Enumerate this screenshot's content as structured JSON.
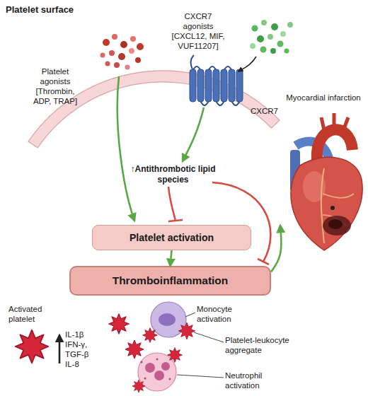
{
  "diagram": {
    "nodes": [
      {
        "text": [
          "Platelet activation"
        ]
      },
      {
        "text": [
          "Thromboinflammation"
        ]
      },
      {
        "text": [
          "Myocardial infarction"
        ]
      }
    ],
    "edges": [
      {
        "from": 0,
        "to": 1,
        "arrow": "to"
      },
      {
        "from": 1,
        "to": 2,
        "arrow": "to"
      }
    ],
    "labels": [
      "Platelet surface",
      "CXCR7 agonists [CXCL12, MIF, VUF11207]",
      "Platelet agonists [Thrombin, ADP, TRAP]",
      "CXCR7",
      "↑Antithrombotic lipid species",
      "Activated platelet",
      "IL-1β IFN-γ, TGF-β IL-8",
      "Monocyte activation",
      "Platelet-leukocyte aggregate",
      "Neutrophil activation"
    ]
  }
}
